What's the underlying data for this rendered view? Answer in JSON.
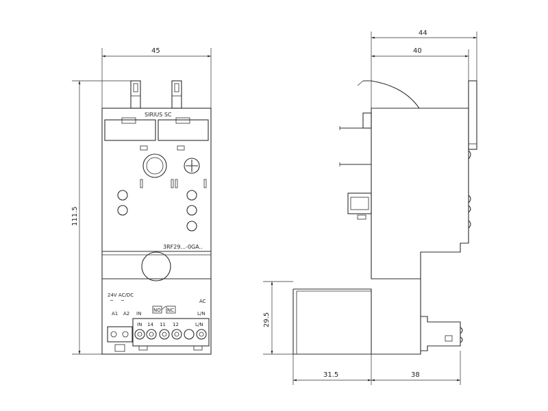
{
  "front_view": {
    "brand_label": "SIRIUS SC",
    "model_label": "3RF29...-0GA..",
    "supply_label": "24V AC/DC",
    "ac_label": "AC",
    "terminal_labels": [
      "A1",
      "A2",
      "IN"
    ],
    "contact_labels": [
      "NO",
      "NC"
    ],
    "terminal_numbers": [
      "IN",
      "14",
      "11",
      "12",
      "L/N"
    ],
    "ln_label": "L/N"
  },
  "dimensions": {
    "front_width": "45",
    "front_height": "111.5",
    "side_overall_width": "44",
    "side_width": "40",
    "side_lower_height": "29.5",
    "side_bottom_left": "31.5",
    "side_bottom_right": "38"
  }
}
